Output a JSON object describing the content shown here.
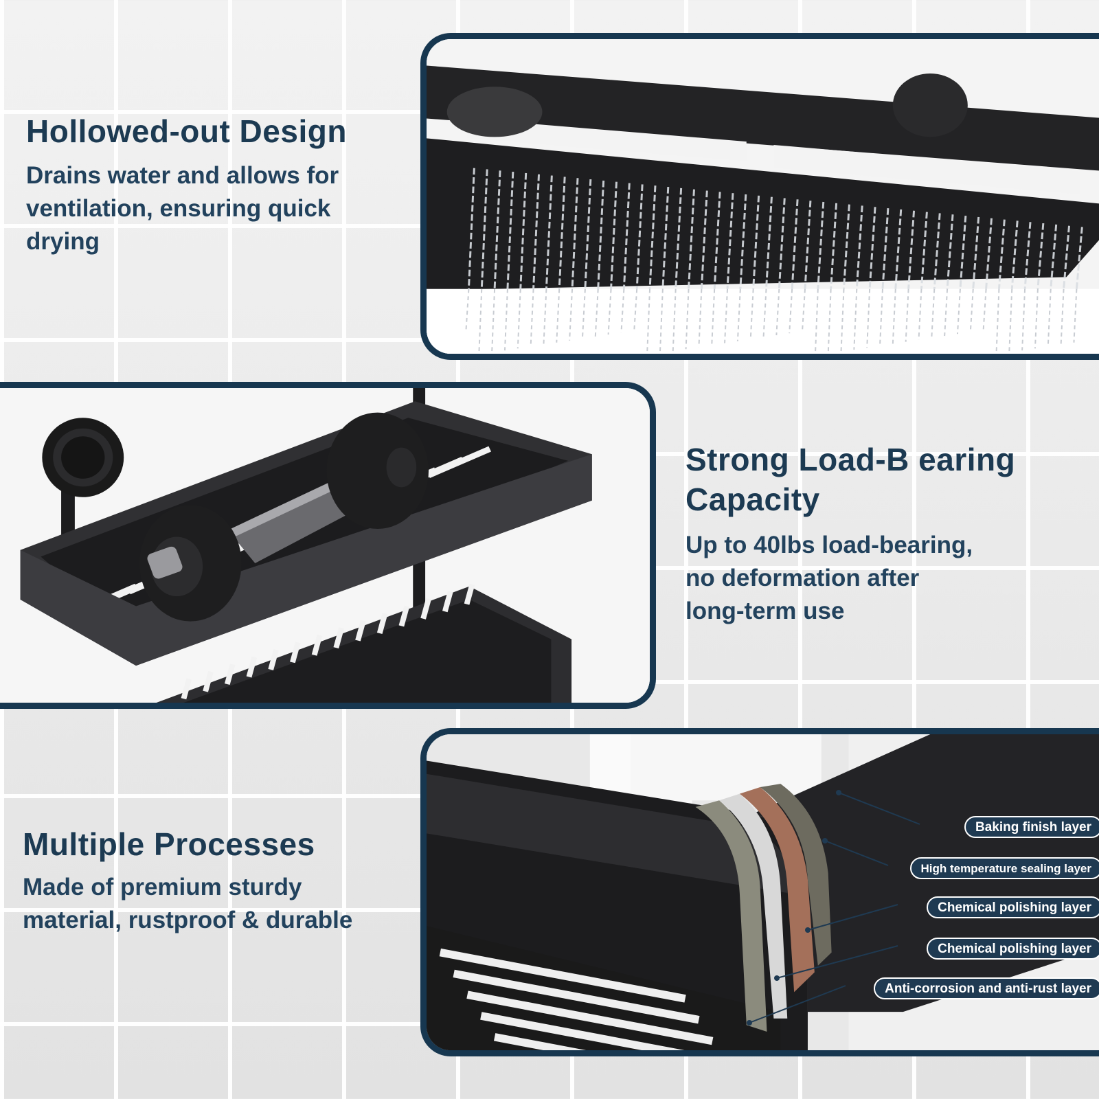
{
  "features": [
    {
      "title": "Hollowed-out Design",
      "description_lines": [
        "Drains water and allows for",
        "ventilation, ensuring quick",
        "drying"
      ]
    },
    {
      "title_lines": [
        "Strong Load-B earing",
        "Capacity"
      ],
      "description_lines": [
        "Up to 40lbs load-bearing,",
        "no deformation after",
        "long-term use"
      ]
    },
    {
      "title": "Multiple Processes",
      "description_lines": [
        "Made of premium sturdy",
        "material, rustproof & durable"
      ]
    }
  ],
  "layers": [
    "Baking finish layer",
    "High temperature sealing layer",
    "Chemical polishing layer",
    "Chemical polishing layer",
    "Anti-corrosion and anti-rust layer"
  ],
  "colors": {
    "text": "#1c3a52",
    "panel_border": "#173750",
    "label_bg": "#1f3a52",
    "shelf_black": "#1b1b1d"
  },
  "icons": [
    "suction-cup-icon",
    "dumbbell-icon",
    "water-spray-icon"
  ]
}
